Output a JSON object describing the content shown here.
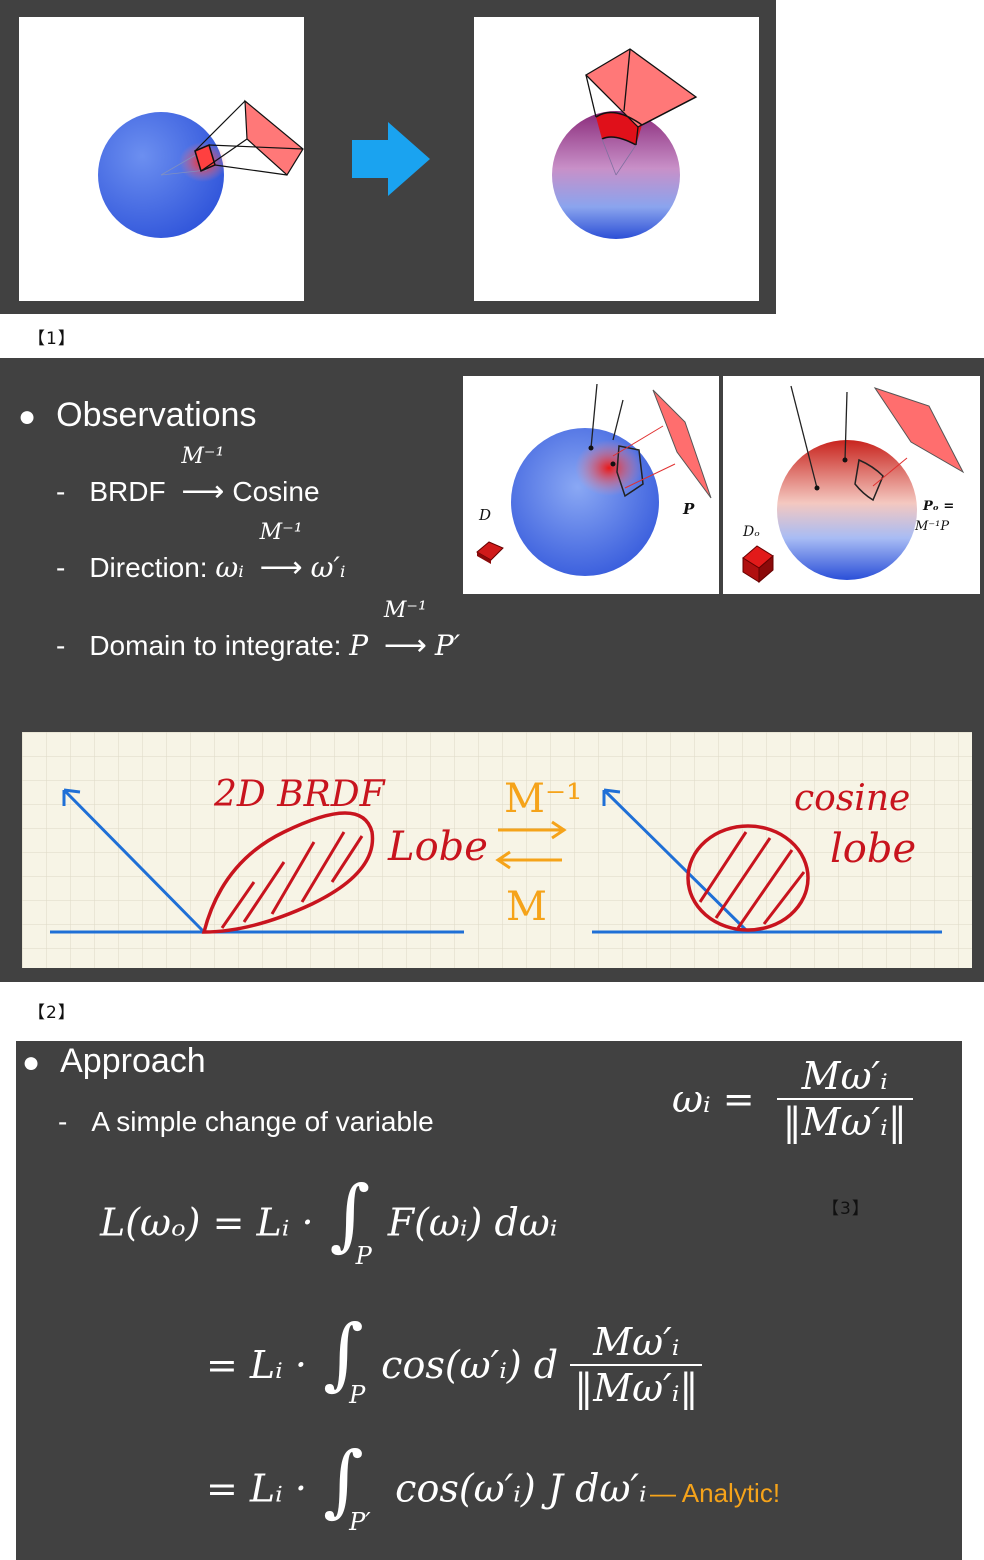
{
  "refs": {
    "r1": "【1】",
    "r2": "【2】",
    "r3": "【3】"
  },
  "observations": {
    "heading": "Observations",
    "item1": {
      "dash": "-",
      "left": "BRDF",
      "op": "M⁻¹",
      "right": "Cosine"
    },
    "item2": {
      "dash": "-",
      "prefix": "Direction:",
      "left": "ωᵢ",
      "op": "M⁻¹",
      "right": "ω′ᵢ"
    },
    "item3": {
      "dash": "-",
      "prefix": "Domain to integrate:",
      "left": "P",
      "op": "M⁻¹",
      "right": "P′"
    },
    "fig_labels": {
      "d": "D",
      "p": "P",
      "do": "Dₒ",
      "po1": "Pₒ =",
      "po2": "M⁻¹P"
    }
  },
  "sketch": {
    "left_label": "2D BRDF",
    "left_label2": "Lobe",
    "m_inv": "M⁻¹",
    "m": "M",
    "right_label": "cosine",
    "right_label2": "lobe"
  },
  "approach": {
    "heading": "Approach",
    "item1": {
      "dash": "-",
      "text": "A simple change of variable"
    },
    "side_formula": {
      "lhs": "ωᵢ =",
      "num": "Mω′ᵢ",
      "den": "‖Mω′ᵢ‖"
    },
    "eq1": {
      "lhs": "L(ωₒ) = Lᵢ ·",
      "sub": "P",
      "body": "F(ωᵢ) dωᵢ"
    },
    "eq2": {
      "lhs": "= Lᵢ ·",
      "sub": "P",
      "body": "cos(ω′ᵢ) d",
      "num": "Mω′ᵢ",
      "den": "‖Mω′ᵢ‖"
    },
    "eq3": {
      "lhs": "= Lᵢ ·",
      "sub": "P′",
      "body": "cos(ω′ᵢ) J dω′ᵢ"
    },
    "note": "— Analytic!"
  },
  "colors": {
    "panel": "#414141",
    "accent_blue": "#1aa3f0",
    "orange": "#f5a31a",
    "red_ink": "#c8141e"
  }
}
